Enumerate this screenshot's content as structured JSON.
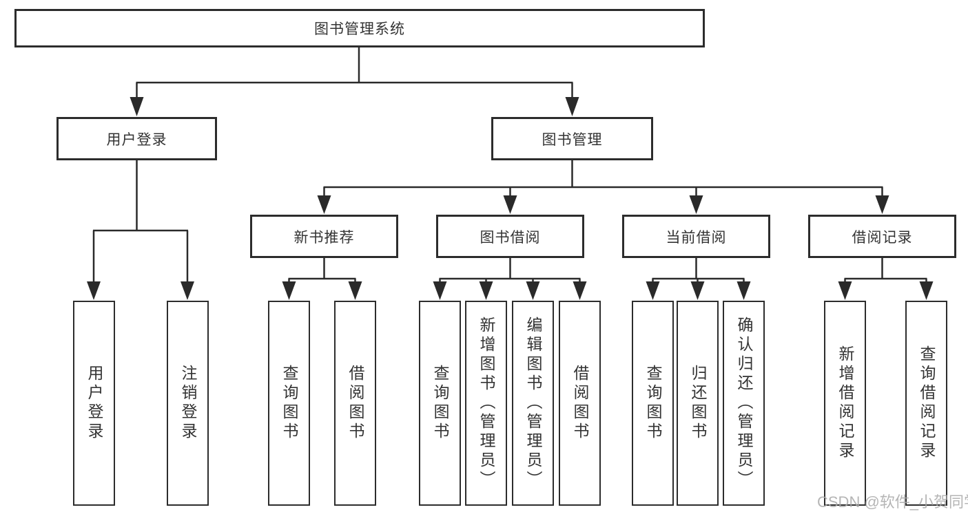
{
  "diagram": {
    "root": {
      "label": "图书管理系统"
    },
    "level2": [
      {
        "label": "用户登录"
      },
      {
        "label": "图书管理"
      }
    ],
    "level3": [
      {
        "label": "新书推荐"
      },
      {
        "label": "图书借阅"
      },
      {
        "label": "当前借阅"
      },
      {
        "label": "借阅记录"
      }
    ],
    "leaves": [
      {
        "label": "用户登录",
        "parent": "用户登录"
      },
      {
        "label": "注销登录",
        "parent": "用户登录"
      },
      {
        "label": "查询图书",
        "parent": "新书推荐"
      },
      {
        "label": "借阅图书",
        "parent": "新书推荐"
      },
      {
        "label": "查询图书",
        "parent": "图书借阅"
      },
      {
        "label": "新增图书（管理员）",
        "parent": "图书借阅"
      },
      {
        "label": "编辑图书（管理员）",
        "parent": "图书借阅"
      },
      {
        "label": "借阅图书",
        "parent": "图书借阅"
      },
      {
        "label": "查询图书",
        "parent": "当前借阅"
      },
      {
        "label": "归还图书",
        "parent": "当前借阅"
      },
      {
        "label": "确认归还（管理员）",
        "parent": "当前借阅"
      },
      {
        "label": "新增借阅记录",
        "parent": "借阅记录"
      },
      {
        "label": "查询借阅记录",
        "parent": "借阅记录"
      }
    ]
  },
  "watermark": {
    "text": "CSDN @软件_小贺同学"
  },
  "colors": {
    "line": "#2a2a2a",
    "box_border": "#2c2c2c",
    "text": "#333333",
    "watermark": "#a8a8a8",
    "background": "#ffffff"
  }
}
